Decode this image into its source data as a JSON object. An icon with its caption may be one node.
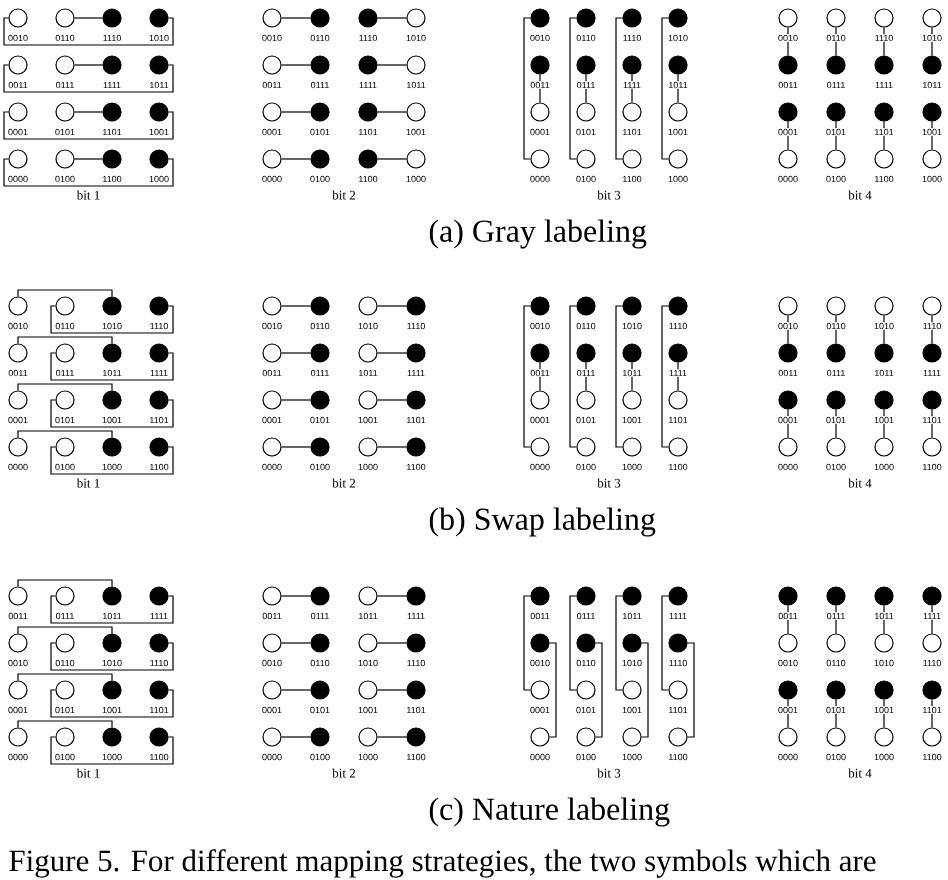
{
  "diagram": {
    "caption": "Figure 5. For different mapping strategies, the two symbols which are",
    "nodes": [
      {
        "text": [],
        "shape": "circle",
        "beside": [
          "0010"
        ]
      },
      {
        "text": [],
        "shape": "circle",
        "beside": [
          "0110"
        ]
      },
      {
        "text": [],
        "shape": "dot",
        "beside": [
          "1110"
        ]
      },
      {
        "text": [],
        "shape": "dot",
        "beside": [
          "1010"
        ]
      },
      {
        "text": [],
        "shape": "circle",
        "beside": [
          "0011"
        ]
      },
      {
        "text": [],
        "shape": "circle",
        "beside": [
          "0111"
        ]
      },
      {
        "text": [],
        "shape": "dot",
        "beside": [
          "1111"
        ]
      },
      {
        "text": [],
        "shape": "dot",
        "beside": [
          "1011"
        ]
      },
      {
        "text": [],
        "shape": "circle",
        "beside": [
          "0001"
        ]
      },
      {
        "text": [],
        "shape": "circle",
        "beside": [
          "0101"
        ]
      },
      {
        "text": [],
        "shape": "dot",
        "beside": [
          "1101"
        ]
      },
      {
        "text": [],
        "shape": "dot",
        "beside": [
          "1001"
        ]
      },
      {
        "text": [],
        "shape": "circle",
        "beside": [
          "0000"
        ]
      },
      {
        "text": [],
        "shape": "circle",
        "beside": [
          "0100"
        ]
      },
      {
        "text": [],
        "shape": "dot",
        "beside": [
          "1100"
        ]
      },
      {
        "text": [],
        "shape": "dot",
        "beside": [
          "1000"
        ]
      },
      {
        "text": [],
        "shape": "circle",
        "beside": [
          "0010"
        ]
      },
      {
        "text": [],
        "shape": "dot",
        "beside": [
          "0110"
        ]
      },
      {
        "text": [],
        "shape": "dot",
        "beside": [
          "1110"
        ]
      },
      {
        "text": [],
        "shape": "circle",
        "beside": [
          "1010"
        ]
      },
      {
        "text": [],
        "shape": "circle",
        "beside": [
          "0011"
        ]
      },
      {
        "text": [],
        "shape": "dot",
        "beside": [
          "0111"
        ]
      },
      {
        "text": [],
        "shape": "dot",
        "beside": [
          "1111"
        ]
      },
      {
        "text": [],
        "shape": "circle",
        "beside": [
          "1011"
        ]
      },
      {
        "text": [],
        "shape": "circle",
        "beside": [
          "0001"
        ]
      },
      {
        "text": [],
        "shape": "dot",
        "beside": [
          "0101"
        ]
      },
      {
        "text": [],
        "shape": "dot",
        "beside": [
          "1101"
        ]
      },
      {
        "text": [],
        "shape": "circle",
        "beside": [
          "1001"
        ]
      },
      {
        "text": [],
        "shape": "circle",
        "beside": [
          "0000"
        ]
      },
      {
        "text": [],
        "shape": "dot",
        "beside": [
          "0100"
        ]
      },
      {
        "text": [],
        "shape": "dot",
        "beside": [
          "1100"
        ]
      },
      {
        "text": [],
        "shape": "circle",
        "beside": [
          "1000"
        ]
      },
      {
        "text": [],
        "shape": "dot",
        "beside": [
          "0010"
        ]
      },
      {
        "text": [],
        "shape": "dot",
        "beside": [
          "0110"
        ]
      },
      {
        "text": [],
        "shape": "dot",
        "beside": [
          "1110"
        ]
      },
      {
        "text": [],
        "shape": "dot",
        "beside": [
          "1010"
        ]
      },
      {
        "text": [],
        "shape": "dot",
        "beside": [
          "0011"
        ]
      },
      {
        "text": [],
        "shape": "dot",
        "beside": [
          "0111"
        ]
      },
      {
        "text": [],
        "shape": "dot",
        "beside": [
          "1111"
        ]
      },
      {
        "text": [],
        "shape": "dot",
        "beside": [
          "1011"
        ]
      },
      {
        "text": [],
        "shape": "circle",
        "beside": [
          "0001"
        ]
      },
      {
        "text": [],
        "shape": "circle",
        "beside": [
          "0101"
        ]
      },
      {
        "text": [],
        "shape": "circle",
        "beside": [
          "1101"
        ]
      },
      {
        "text": [],
        "shape": "circle",
        "beside": [
          "1001"
        ]
      },
      {
        "text": [],
        "shape": "circle",
        "beside": [
          "0000"
        ]
      },
      {
        "text": [],
        "shape": "circle",
        "beside": [
          "0100"
        ]
      },
      {
        "text": [],
        "shape": "circle",
        "beside": [
          "1100"
        ]
      },
      {
        "text": [],
        "shape": "circle",
        "beside": [
          "1000"
        ]
      },
      {
        "text": [],
        "shape": "circle",
        "beside": [
          "0010"
        ]
      },
      {
        "text": [],
        "shape": "circle",
        "beside": [
          "0110"
        ]
      },
      {
        "text": [],
        "shape": "circle",
        "beside": [
          "1110"
        ]
      },
      {
        "text": [],
        "shape": "circle",
        "beside": [
          "1010"
        ]
      },
      {
        "text": [],
        "shape": "dot",
        "beside": [
          "0011"
        ]
      },
      {
        "text": [],
        "shape": "dot",
        "beside": [
          "0111"
        ]
      },
      {
        "text": [],
        "shape": "dot",
        "beside": [
          "1111"
        ]
      },
      {
        "text": [],
        "shape": "dot",
        "beside": [
          "1011"
        ]
      },
      {
        "text": [],
        "shape": "dot",
        "beside": [
          "0001"
        ]
      },
      {
        "text": [],
        "shape": "dot",
        "beside": [
          "0101"
        ]
      },
      {
        "text": [],
        "shape": "dot",
        "beside": [
          "1101"
        ]
      },
      {
        "text": [],
        "shape": "dot",
        "beside": [
          "1001"
        ]
      },
      {
        "text": [],
        "shape": "circle",
        "beside": [
          "0000"
        ]
      },
      {
        "text": [],
        "shape": "circle",
        "beside": [
          "0100"
        ]
      },
      {
        "text": [],
        "shape": "circle",
        "beside": [
          "1100"
        ]
      },
      {
        "text": [],
        "shape": "circle",
        "beside": [
          "1000"
        ]
      },
      {
        "text": [],
        "shape": "circle",
        "beside": [
          "0010"
        ]
      },
      {
        "text": [],
        "shape": "circle",
        "beside": [
          "0110"
        ]
      },
      {
        "text": [],
        "shape": "dot",
        "beside": [
          "1010"
        ]
      },
      {
        "text": [],
        "shape": "dot",
        "beside": [
          "1110"
        ]
      },
      {
        "text": [],
        "shape": "circle",
        "beside": [
          "0011"
        ]
      },
      {
        "text": [],
        "shape": "circle",
        "beside": [
          "0111"
        ]
      },
      {
        "text": [],
        "shape": "dot",
        "beside": [
          "1011"
        ]
      },
      {
        "text": [],
        "shape": "dot",
        "beside": [
          "1111"
        ]
      },
      {
        "text": [],
        "shape": "circle",
        "beside": [
          "0001"
        ]
      },
      {
        "text": [],
        "shape": "circle",
        "beside": [
          "0101"
        ]
      },
      {
        "text": [],
        "shape": "dot",
        "beside": [
          "1001"
        ]
      },
      {
        "text": [],
        "shape": "dot",
        "beside": [
          "1101"
        ]
      },
      {
        "text": [],
        "shape": "circle",
        "beside": [
          "0000"
        ]
      },
      {
        "text": [],
        "shape": "circle",
        "beside": [
          "0100"
        ]
      },
      {
        "text": [],
        "shape": "dot",
        "beside": [
          "1000"
        ]
      },
      {
        "text": [],
        "shape": "dot",
        "beside": [
          "1100"
        ]
      },
      {
        "text": [],
        "shape": "circle",
        "beside": [
          "0010"
        ]
      },
      {
        "text": [],
        "shape": "dot",
        "beside": [
          "0110"
        ]
      },
      {
        "text": [],
        "shape": "circle",
        "beside": [
          "1010"
        ]
      },
      {
        "text": [],
        "shape": "dot",
        "beside": [
          "1110"
        ]
      },
      {
        "text": [],
        "shape": "circle",
        "beside": [
          "0011"
        ]
      },
      {
        "text": [],
        "shape": "dot",
        "beside": [
          "0111"
        ]
      },
      {
        "text": [],
        "shape": "circle",
        "beside": [
          "1011"
        ]
      },
      {
        "text": [],
        "shape": "dot",
        "beside": [
          "1111"
        ]
      },
      {
        "text": [],
        "shape": "circle",
        "beside": [
          "0001"
        ]
      },
      {
        "text": [],
        "shape": "dot",
        "beside": [
          "0101"
        ]
      },
      {
        "text": [],
        "shape": "circle",
        "beside": [
          "1001"
        ]
      },
      {
        "text": [],
        "shape": "dot",
        "beside": [
          "1101"
        ]
      },
      {
        "text": [],
        "shape": "circle",
        "beside": [
          "0000"
        ]
      },
      {
        "text": [],
        "shape": "dot",
        "beside": [
          "0100"
        ]
      },
      {
        "text": [],
        "shape": "circle",
        "beside": [
          "1000"
        ]
      },
      {
        "text": [],
        "shape": "dot",
        "beside": [
          "1100"
        ]
      },
      {
        "text": [],
        "shape": "dot",
        "beside": [
          "0010"
        ]
      },
      {
        "text": [],
        "shape": "dot",
        "beside": [
          "0110"
        ]
      },
      {
        "text": [],
        "shape": "dot",
        "beside": [
          "1010"
        ]
      },
      {
        "text": [],
        "shape": "dot",
        "beside": [
          "1110"
        ]
      },
      {
        "text": [],
        "shape": "dot",
        "beside": [
          "0011"
        ]
      },
      {
        "text": [],
        "shape": "dot",
        "beside": [
          "0111"
        ]
      },
      {
        "text": [],
        "shape": "dot",
        "beside": [
          "1011"
        ]
      },
      {
        "text": [],
        "shape": "dot",
        "beside": [
          "1111"
        ]
      },
      {
        "text": [],
        "shape": "circle",
        "beside": [
          "0001"
        ]
      },
      {
        "text": [],
        "shape": "circle",
        "beside": [
          "0101"
        ]
      },
      {
        "text": [],
        "shape": "circle",
        "beside": [
          "1001"
        ]
      },
      {
        "text": [],
        "shape": "circle",
        "beside": [
          "1101"
        ]
      },
      {
        "text": [],
        "shape": "circle",
        "beside": [
          "0000"
        ]
      },
      {
        "text": [],
        "shape": "circle",
        "beside": [
          "0100"
        ]
      },
      {
        "text": [],
        "shape": "circle",
        "beside": [
          "1000"
        ]
      },
      {
        "text": [],
        "shape": "circle",
        "beside": [
          "1100"
        ]
      },
      {
        "text": [],
        "shape": "circle",
        "beside": [
          "0010"
        ]
      },
      {
        "text": [],
        "shape": "circle",
        "beside": [
          "0110"
        ]
      },
      {
        "text": [],
        "shape": "circle",
        "beside": [
          "1010"
        ]
      },
      {
        "text": [],
        "shape": "circle",
        "beside": [
          "1110"
        ]
      },
      {
        "text": [],
        "shape": "dot",
        "beside": [
          "0011"
        ]
      },
      {
        "text": [],
        "shape": "dot",
        "beside": [
          "0111"
        ]
      },
      {
        "text": [],
        "shape": "dot",
        "beside": [
          "1011"
        ]
      },
      {
        "text": [],
        "shape": "dot",
        "beside": [
          "1111"
        ]
      },
      {
        "text": [],
        "shape": "dot",
        "beside": [
          "0001"
        ]
      },
      {
        "text": [],
        "shape": "dot",
        "beside": [
          "0101"
        ]
      },
      {
        "text": [],
        "shape": "dot",
        "beside": [
          "1001"
        ]
      },
      {
        "text": [],
        "shape": "dot",
        "beside": [
          "1101"
        ]
      },
      {
        "text": [],
        "shape": "circle",
        "beside": [
          "0000"
        ]
      },
      {
        "text": [],
        "shape": "circle",
        "beside": [
          "0100"
        ]
      },
      {
        "text": [],
        "shape": "circle",
        "beside": [
          "1000"
        ]
      },
      {
        "text": [],
        "shape": "circle",
        "beside": [
          "1100"
        ]
      },
      {
        "text": [],
        "shape": "circle",
        "beside": [
          "0011"
        ]
      },
      {
        "text": [],
        "shape": "circle",
        "beside": [
          "0111"
        ]
      },
      {
        "text": [],
        "shape": "dot",
        "beside": [
          "1011"
        ]
      },
      {
        "text": [],
        "shape": "dot",
        "beside": [
          "1111"
        ]
      },
      {
        "text": [],
        "shape": "circle",
        "beside": [
          "0010"
        ]
      },
      {
        "text": [],
        "shape": "circle",
        "beside": [
          "0110"
        ]
      },
      {
        "text": [],
        "shape": "dot",
        "beside": [
          "1010"
        ]
      },
      {
        "text": [],
        "shape": "dot",
        "beside": [
          "1110"
        ]
      },
      {
        "text": [],
        "shape": "circle",
        "beside": [
          "0001"
        ]
      },
      {
        "text": [],
        "shape": "circle",
        "beside": [
          "0101"
        ]
      },
      {
        "text": [],
        "shape": "dot",
        "beside": [
          "1001"
        ]
      },
      {
        "text": [],
        "shape": "dot",
        "beside": [
          "1101"
        ]
      },
      {
        "text": [],
        "shape": "circle",
        "beside": [
          "0000"
        ]
      },
      {
        "text": [],
        "shape": "circle",
        "beside": [
          "0100"
        ]
      },
      {
        "text": [],
        "shape": "dot",
        "beside": [
          "1000"
        ]
      },
      {
        "text": [],
        "shape": "dot",
        "beside": [
          "1100"
        ]
      },
      {
        "text": [],
        "shape": "circle",
        "beside": [
          "0011"
        ]
      },
      {
        "text": [],
        "shape": "dot",
        "beside": [
          "0111"
        ]
      },
      {
        "text": [],
        "shape": "circle",
        "beside": [
          "1011"
        ]
      },
      {
        "text": [],
        "shape": "dot",
        "beside": [
          "1111"
        ]
      },
      {
        "text": [],
        "shape": "circle",
        "beside": [
          "0010"
        ]
      },
      {
        "text": [],
        "shape": "dot",
        "beside": [
          "0110"
        ]
      },
      {
        "text": [],
        "shape": "circle",
        "beside": [
          "1010"
        ]
      },
      {
        "text": [],
        "shape": "dot",
        "beside": [
          "1110"
        ]
      },
      {
        "text": [],
        "shape": "circle",
        "beside": [
          "0001"
        ]
      },
      {
        "text": [],
        "shape": "dot",
        "beside": [
          "0101"
        ]
      },
      {
        "text": [],
        "shape": "circle",
        "beside": [
          "1001"
        ]
      },
      {
        "text": [],
        "shape": "dot",
        "beside": [
          "1101"
        ]
      },
      {
        "text": [],
        "shape": "circle",
        "beside": [
          "0000"
        ]
      },
      {
        "text": [],
        "shape": "dot",
        "beside": [
          "0100"
        ]
      },
      {
        "text": [],
        "shape": "circle",
        "beside": [
          "1000"
        ]
      },
      {
        "text": [],
        "shape": "dot",
        "beside": [
          "1100"
        ]
      },
      {
        "text": [],
        "shape": "dot",
        "beside": [
          "0011"
        ]
      },
      {
        "text": [],
        "shape": "dot",
        "beside": [
          "0111"
        ]
      },
      {
        "text": [],
        "shape": "dot",
        "beside": [
          "1011"
        ]
      },
      {
        "text": [],
        "shape": "dot",
        "beside": [
          "1111"
        ]
      },
      {
        "text": [],
        "shape": "dot",
        "beside": [
          "0010"
        ]
      },
      {
        "text": [],
        "shape": "dot",
        "beside": [
          "0110"
        ]
      },
      {
        "text": [],
        "shape": "dot",
        "beside": [
          "1010"
        ]
      },
      {
        "text": [],
        "shape": "dot",
        "beside": [
          "1110"
        ]
      },
      {
        "text": [],
        "shape": "circle",
        "beside": [
          "0001"
        ]
      },
      {
        "text": [],
        "shape": "circle",
        "beside": [
          "0101"
        ]
      },
      {
        "text": [],
        "shape": "circle",
        "beside": [
          "1001"
        ]
      },
      {
        "text": [],
        "shape": "circle",
        "beside": [
          "1101"
        ]
      },
      {
        "text": [],
        "shape": "circle",
        "beside": [
          "0000"
        ]
      },
      {
        "text": [],
        "shape": "circle",
        "beside": [
          "0100"
        ]
      },
      {
        "text": [],
        "shape": "circle",
        "beside": [
          "1000"
        ]
      },
      {
        "text": [],
        "shape": "circle",
        "beside": [
          "1100"
        ]
      },
      {
        "text": [],
        "shape": "dot",
        "beside": [
          "0011"
        ]
      },
      {
        "text": [],
        "shape": "dot",
        "beside": [
          "0111"
        ]
      },
      {
        "text": [],
        "shape": "dot",
        "beside": [
          "1011"
        ]
      },
      {
        "text": [],
        "shape": "dot",
        "beside": [
          "1111"
        ]
      },
      {
        "text": [],
        "shape": "circle",
        "beside": [
          "0010"
        ]
      },
      {
        "text": [],
        "shape": "circle",
        "beside": [
          "0110"
        ]
      },
      {
        "text": [],
        "shape": "circle",
        "beside": [
          "1010"
        ]
      },
      {
        "text": [],
        "shape": "circle",
        "beside": [
          "1110"
        ]
      },
      {
        "text": [],
        "shape": "dot",
        "beside": [
          "0001"
        ]
      },
      {
        "text": [],
        "shape": "dot",
        "beside": [
          "0101"
        ]
      },
      {
        "text": [],
        "shape": "dot",
        "beside": [
          "1001"
        ]
      },
      {
        "text": [],
        "shape": "dot",
        "beside": [
          "1101"
        ]
      },
      {
        "text": [],
        "shape": "circle",
        "beside": [
          "0000"
        ]
      },
      {
        "text": [],
        "shape": "circle",
        "beside": [
          "0100"
        ]
      },
      {
        "text": [],
        "shape": "circle",
        "beside": [
          "1000"
        ]
      },
      {
        "text": [],
        "shape": "circle",
        "beside": [
          "1100"
        ]
      }
    ],
    "edges": [
      {
        "from": 0,
        "to": 3,
        "arrow": "none"
      },
      {
        "from": 1,
        "to": 2,
        "arrow": "none"
      },
      {
        "from": 4,
        "to": 7,
        "arrow": "none"
      },
      {
        "from": 5,
        "to": 6,
        "arrow": "none"
      },
      {
        "from": 8,
        "to": 11,
        "arrow": "none"
      },
      {
        "from": 9,
        "to": 10,
        "arrow": "none"
      },
      {
        "from": 12,
        "to": 15,
        "arrow": "none"
      },
      {
        "from": 13,
        "to": 14,
        "arrow": "none"
      },
      {
        "from": 16,
        "to": 17,
        "arrow": "none"
      },
      {
        "from": 18,
        "to": 19,
        "arrow": "none"
      },
      {
        "from": 20,
        "to": 21,
        "arrow": "none"
      },
      {
        "from": 22,
        "to": 23,
        "arrow": "none"
      },
      {
        "from": 24,
        "to": 25,
        "arrow": "none"
      },
      {
        "from": 26,
        "to": 27,
        "arrow": "none"
      },
      {
        "from": 28,
        "to": 29,
        "arrow": "none"
      },
      {
        "from": 30,
        "to": 31,
        "arrow": "none"
      },
      {
        "from": 32,
        "to": 44,
        "arrow": "none"
      },
      {
        "from": 36,
        "to": 40,
        "arrow": "none"
      },
      {
        "from": 33,
        "to": 45,
        "arrow": "none"
      },
      {
        "from": 37,
        "to": 41,
        "arrow": "none"
      },
      {
        "from": 34,
        "to": 46,
        "arrow": "none"
      },
      {
        "from": 38,
        "to": 42,
        "arrow": "none"
      },
      {
        "from": 35,
        "to": 47,
        "arrow": "none"
      },
      {
        "from": 39,
        "to": 43,
        "arrow": "none"
      },
      {
        "from": 48,
        "to": 52,
        "arrow": "none"
      },
      {
        "from": 56,
        "to": 60,
        "arrow": "none"
      },
      {
        "from": 49,
        "to": 53,
        "arrow": "none"
      },
      {
        "from": 57,
        "to": 61,
        "arrow": "none"
      },
      {
        "from": 50,
        "to": 54,
        "arrow": "none"
      },
      {
        "from": 58,
        "to": 62,
        "arrow": "none"
      },
      {
        "from": 51,
        "to": 55,
        "arrow": "none"
      },
      {
        "from": 59,
        "to": 63,
        "arrow": "none"
      },
      {
        "from": 64,
        "to": 66,
        "arrow": "none"
      },
      {
        "from": 65,
        "to": 67,
        "arrow": "none"
      },
      {
        "from": 68,
        "to": 70,
        "arrow": "none"
      },
      {
        "from": 69,
        "to": 71,
        "arrow": "none"
      },
      {
        "from": 72,
        "to": 74,
        "arrow": "none"
      },
      {
        "from": 73,
        "to": 75,
        "arrow": "none"
      },
      {
        "from": 76,
        "to": 78,
        "arrow": "none"
      },
      {
        "from": 77,
        "to": 79,
        "arrow": "none"
      },
      {
        "from": 80,
        "to": 81,
        "arrow": "none"
      },
      {
        "from": 82,
        "to": 83,
        "arrow": "none"
      },
      {
        "from": 84,
        "to": 85,
        "arrow": "none"
      },
      {
        "from": 86,
        "to": 87,
        "arrow": "none"
      },
      {
        "from": 88,
        "to": 89,
        "arrow": "none"
      },
      {
        "from": 90,
        "to": 91,
        "arrow": "none"
      },
      {
        "from": 92,
        "to": 93,
        "arrow": "none"
      },
      {
        "from": 94,
        "to": 95,
        "arrow": "none"
      },
      {
        "from": 96,
        "to": 108,
        "arrow": "none"
      },
      {
        "from": 100,
        "to": 104,
        "arrow": "none"
      },
      {
        "from": 97,
        "to": 109,
        "arrow": "none"
      },
      {
        "from": 101,
        "to": 105,
        "arrow": "none"
      },
      {
        "from": 98,
        "to": 110,
        "arrow": "none"
      },
      {
        "from": 102,
        "to": 106,
        "arrow": "none"
      },
      {
        "from": 99,
        "to": 111,
        "arrow": "none"
      },
      {
        "from": 103,
        "to": 107,
        "arrow": "none"
      },
      {
        "from": 112,
        "to": 116,
        "arrow": "none"
      },
      {
        "from": 120,
        "to": 124,
        "arrow": "none"
      },
      {
        "from": 113,
        "to": 117,
        "arrow": "none"
      },
      {
        "from": 121,
        "to": 125,
        "arrow": "none"
      },
      {
        "from": 114,
        "to": 118,
        "arrow": "none"
      },
      {
        "from": 122,
        "to": 126,
        "arrow": "none"
      },
      {
        "from": 115,
        "to": 119,
        "arrow": "none"
      },
      {
        "from": 123,
        "to": 127,
        "arrow": "none"
      },
      {
        "from": 128,
        "to": 130,
        "arrow": "none"
      },
      {
        "from": 129,
        "to": 131,
        "arrow": "none"
      },
      {
        "from": 132,
        "to": 134,
        "arrow": "none"
      },
      {
        "from": 133,
        "to": 135,
        "arrow": "none"
      },
      {
        "from": 136,
        "to": 138,
        "arrow": "none"
      },
      {
        "from": 137,
        "to": 139,
        "arrow": "none"
      },
      {
        "from": 140,
        "to": 142,
        "arrow": "none"
      },
      {
        "from": 141,
        "to": 143,
        "arrow": "none"
      },
      {
        "from": 144,
        "to": 145,
        "arrow": "none"
      },
      {
        "from": 146,
        "to": 147,
        "arrow": "none"
      },
      {
        "from": 148,
        "to": 149,
        "arrow": "none"
      },
      {
        "from": 150,
        "to": 151,
        "arrow": "none"
      },
      {
        "from": 152,
        "to": 153,
        "arrow": "none"
      },
      {
        "from": 154,
        "to": 155,
        "arrow": "none"
      },
      {
        "from": 156,
        "to": 157,
        "arrow": "none"
      },
      {
        "from": 158,
        "to": 159,
        "arrow": "none"
      },
      {
        "from": 160,
        "to": 168,
        "arrow": "none"
      },
      {
        "from": 164,
        "to": 172,
        "arrow": "none"
      },
      {
        "from": 161,
        "to": 169,
        "arrow": "none"
      },
      {
        "from": 165,
        "to": 173,
        "arrow": "none"
      },
      {
        "from": 162,
        "to": 170,
        "arrow": "none"
      },
      {
        "from": 166,
        "to": 174,
        "arrow": "none"
      },
      {
        "from": 163,
        "to": 171,
        "arrow": "none"
      },
      {
        "from": 167,
        "to": 175,
        "arrow": "none"
      },
      {
        "from": 176,
        "to": 180,
        "arrow": "none"
      },
      {
        "from": 184,
        "to": 188,
        "arrow": "none"
      },
      {
        "from": 177,
        "to": 181,
        "arrow": "none"
      },
      {
        "from": 185,
        "to": 189,
        "arrow": "none"
      },
      {
        "from": 178,
        "to": 182,
        "arrow": "none"
      },
      {
        "from": 186,
        "to": 190,
        "arrow": "none"
      },
      {
        "from": 179,
        "to": 183,
        "arrow": "none"
      },
      {
        "from": 187,
        "to": 191,
        "arrow": "none"
      }
    ],
    "labels": [
      "bit 1",
      "bit 2",
      "bit 3",
      "bit 4",
      "(a) Gray labeling",
      "bit 1",
      "bit 2",
      "bit 3",
      "bit 4",
      "(b) Swap labeling",
      "bit 1",
      "bit 2",
      "bit 3",
      "bit 4",
      "(c) Nature labeling"
    ]
  }
}
